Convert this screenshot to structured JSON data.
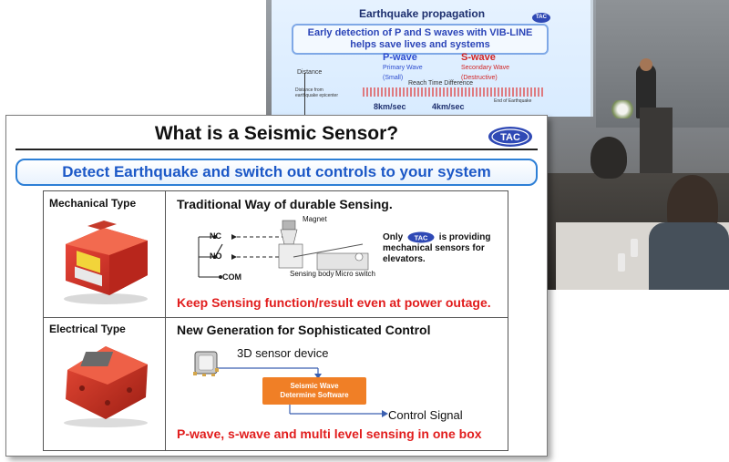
{
  "photo": {
    "screen_title": "Earthquake propagation",
    "screen_headline_1": "Early detection of P and S waves with VIB-LINE",
    "screen_headline_2": "helps save lives and systems",
    "p_wave": "P-wave",
    "p_wave_sub1": "Primary Wave",
    "p_wave_sub2": "(Small)",
    "s_wave": "S-wave",
    "s_wave_sub1": "Secondary Wave",
    "s_wave_sub2": "(Destructive)",
    "axis_label": "Distance",
    "axis_sub": "Distance from earthquake epicenter",
    "reach_time": "Reach Time Difference",
    "p_speed": "8km/sec",
    "s_speed": "4km/sec",
    "end_label": "End of Earthquake",
    "logo_text": "TAC"
  },
  "slide": {
    "title": "What is a Seismic Sensor?",
    "logo_text": "TAC",
    "banner": "Detect Earthquake and switch out controls to your system",
    "mechanical": {
      "type_label": "Mechanical Type",
      "heading": "Traditional Way of durable Sensing.",
      "nc": "NC",
      "no": "NO",
      "com": "COM",
      "magnet": "Magnet",
      "sensing_body": "Sensing body",
      "micro_switch": "Micro switch",
      "only_prefix": "Only",
      "only_logo": "TAC",
      "only_suffix": "is providing mechanical sensors for elevators.",
      "note": "Keep Sensing function/result even at power outage."
    },
    "electrical": {
      "type_label": "Electrical Type",
      "heading": "New Generation for Sophisticated Control",
      "sensor_label": "3D sensor device",
      "software_line1": "Seismic Wave",
      "software_line2": "Determine Software",
      "control_signal": "Control Signal",
      "note": "P-wave, s-wave and multi level sensing in one box"
    }
  },
  "colors": {
    "banner_text": "#1c58c7",
    "banner_border": "#2d7fd6",
    "note_red": "#e11d1d",
    "software_box": "#f07f26",
    "logo_blue": "#2f49b5",
    "device_red": "#d8322a"
  }
}
